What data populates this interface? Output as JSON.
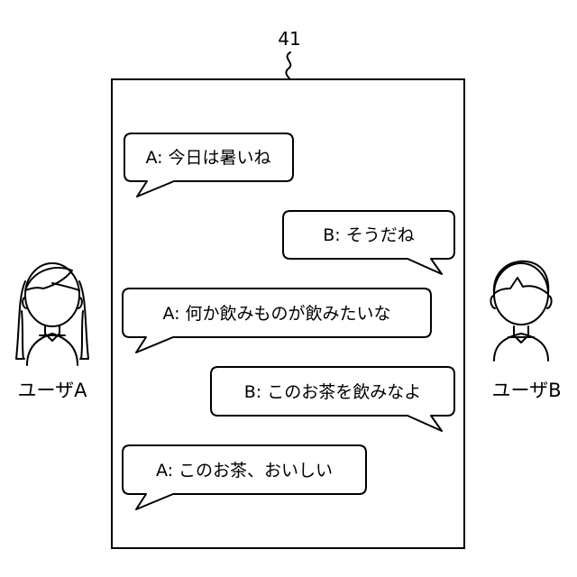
{
  "reference_numeral": "41",
  "users": {
    "a": {
      "label": "ユーザA"
    },
    "b": {
      "label": "ユーザB"
    }
  },
  "messages": [
    {
      "speaker": "A",
      "text": "A: 今日は暑いね"
    },
    {
      "speaker": "B",
      "text": "B: そうだね"
    },
    {
      "speaker": "A",
      "text": "A: 何か飲みものが飲みたいな"
    },
    {
      "speaker": "B",
      "text": "B: このお茶を飲みなよ"
    },
    {
      "speaker": "A",
      "text": "A: このお茶、おいしい"
    }
  ]
}
